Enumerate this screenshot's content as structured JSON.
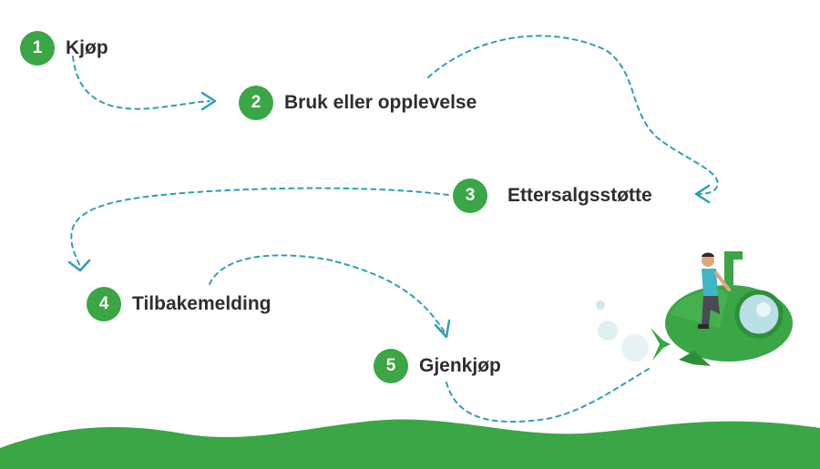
{
  "accent_color": "#3aa645",
  "path_color": "#2f9fb5",
  "steps": [
    {
      "number": "1",
      "label": "Kjøp"
    },
    {
      "number": "2",
      "label": "Bruk eller opplevelse"
    },
    {
      "number": "3",
      "label": "Ettersalgsstøtte"
    },
    {
      "number": "4",
      "label": "Tilbakemelding"
    },
    {
      "number": "5",
      "label": "Gjenkjøp"
    }
  ],
  "illustration": {
    "vehicle": "submarine-icon",
    "rider": "person-icon"
  }
}
